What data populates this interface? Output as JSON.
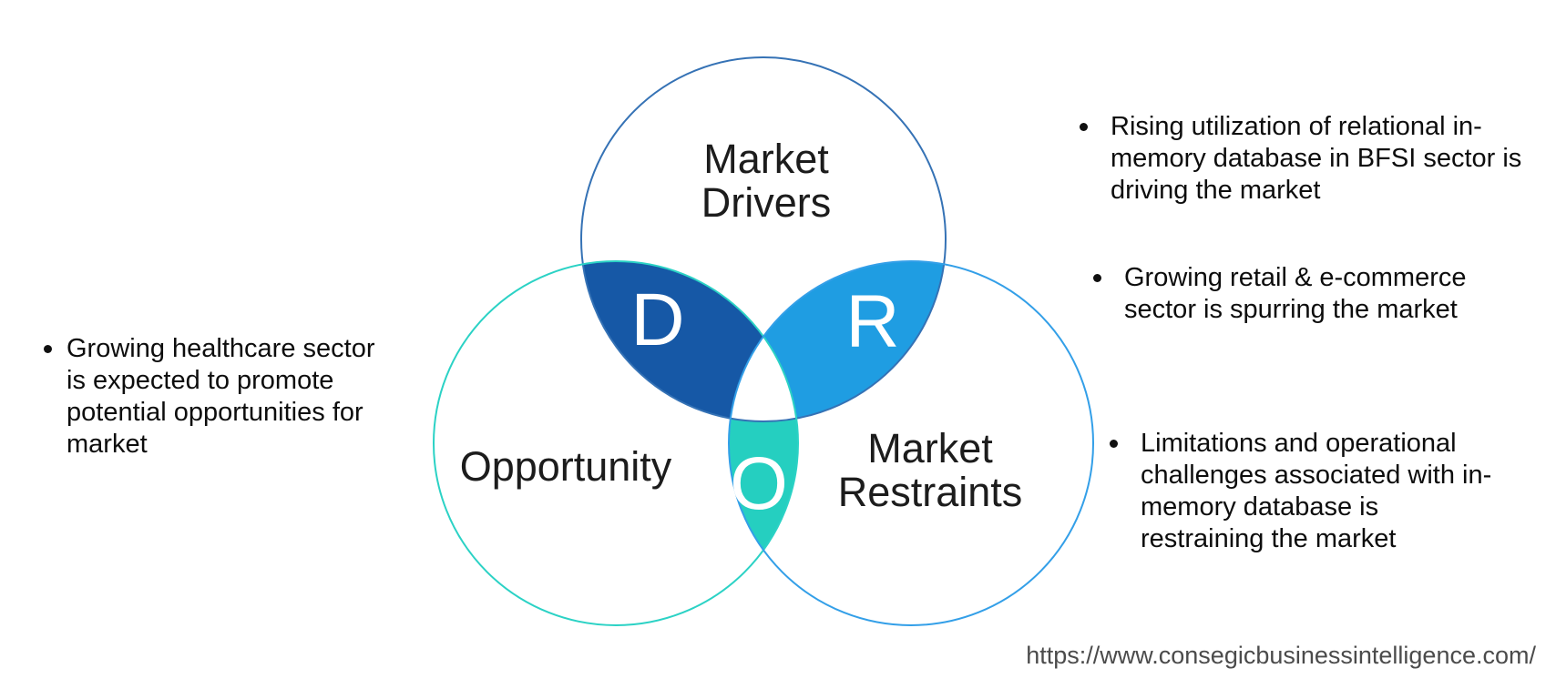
{
  "canvas": {
    "background": "#ffffff"
  },
  "venn": {
    "drivers": {
      "label": "Market\nDrivers",
      "letter": "D",
      "outline_color": "#3572b5",
      "lens_color": "#1658a6"
    },
    "opportunity": {
      "label": "Opportunity",
      "letter": "O",
      "outline_color": "#2bd2c5",
      "lens_color": "#25cfc0"
    },
    "restraints": {
      "label": "Market\nRestraints",
      "letter": "R",
      "outline_color": "#339fe8",
      "lens_color": "#1f9de2"
    },
    "letter_color": "#ffffff",
    "label_color": "#1c1c1c"
  },
  "bullets": {
    "left": {
      "text": "Growing healthcare sector\nis expected to promote\npotential opportunities for\nmarket"
    },
    "right_top": {
      "text": "Rising utilization of relational in-\nmemory database in BFSI sector is\ndriving the market"
    },
    "right_middle": {
      "text": "Growing retail & e-commerce\nsector is spurring the market"
    },
    "right_bottom": {
      "text": "Limitations and operational\nchallenges associated with in-\nmemory database is\nrestraining the market"
    }
  },
  "footer": {
    "url": "https://www.consegicbusinessintelligence.com/"
  }
}
